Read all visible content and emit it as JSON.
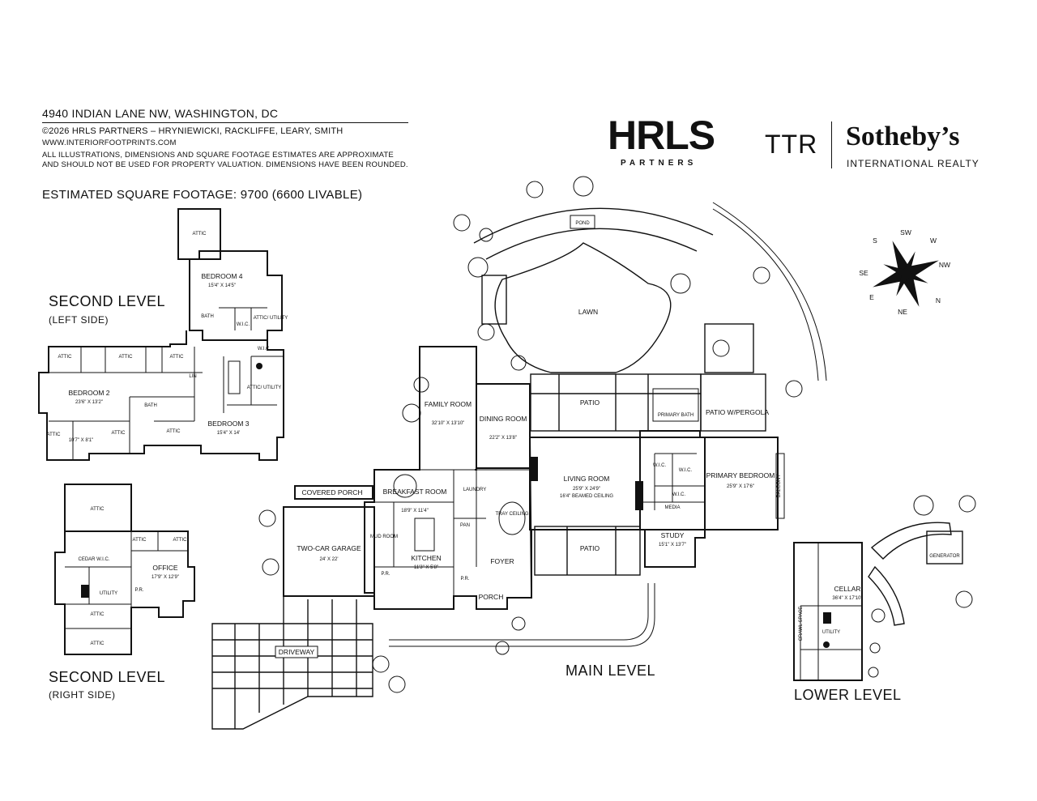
{
  "header": {
    "address": "4940 INDIAN LANE NW, WASHINGTON, DC",
    "copyright": "©2026 HRLS PARTNERS – HRYNIEWICKI, RACKLIFFE, LEARY, SMITH",
    "website": "WWW.INTERIORFOOTPRINTS.COM",
    "disclaimer_1": "ALL ILLUSTRATIONS, DIMENSIONS AND SQUARE FOOTAGE ESTIMATES ARE APPROXIMATE",
    "disclaimer_2": "AND  SHOULD NOT BE USED FOR PROPERTY VALUATION. DIMENSIONS HAVE BEEN ROUNDED.",
    "sqft": "ESTIMATED SQUARE FOOTAGE: 9700 (6600 LIVABLE)"
  },
  "logos": {
    "hrls": "HRLS",
    "partners": "PARTNERS",
    "ttr": "TTR",
    "sothebys": "Sotheby’s",
    "intl": "INTERNATIONAL REALTY"
  },
  "levels": {
    "second_left": "SECOND LEVEL",
    "second_left_sub": "(LEFT SIDE)",
    "second_right": "SECOND LEVEL",
    "second_right_sub": "(RIGHT SIDE)",
    "main": "MAIN LEVEL",
    "lower": "LOWER LEVEL"
  },
  "compass": {
    "n": "N",
    "ne": "NE",
    "e": "E",
    "se": "SE",
    "s": "S",
    "sw": "SW",
    "w": "W",
    "nw": "NW"
  },
  "rooms": {
    "second_left": {
      "attic": "ATTIC",
      "bedroom4": "BEDROOM 4",
      "bedroom4_dim": "15'4\" X 14'5\"",
      "bath": "BATH",
      "wic": "W.I.C.",
      "attic_utility": "ATTIC/ UTILITY",
      "bedroom2": "BEDROOM 2",
      "bedroom2_dim": "23'6\" X 13'2\"",
      "bedroom3": "BEDROOM 3",
      "bedroom3_dim": "15'4\" X 14'",
      "lin": "LIN",
      "closet_dim": "10'7\" X 8'1\"",
      "attic_util2": "ATTIC/ UTILITY"
    },
    "second_right": {
      "attic": "ATTIC",
      "cedar_wic": "CEDAR W.I.C.",
      "office": "OFFICE",
      "office_dim": "17'9\" X 12'9\"",
      "utility": "UTILITY",
      "pr": "P.R."
    },
    "main": {
      "lawn": "LAWN",
      "pond": "POND",
      "patio": "PATIO",
      "patio_pergola": "PATIO W/PERGOLA",
      "primary_bath": "PRIMARY BATH",
      "family": "FAMILY ROOM",
      "family_dim": "32'10\" X 13'10\"",
      "dining": "DINING ROOM",
      "dining_dim": "22'2\" X 13'8\"",
      "living": "LIVING ROOM",
      "living_dim": "25'9\" X 24'9\"",
      "living_note": "16'4\" BEAMED CEILING",
      "primary": "PRIMARY BEDROOM",
      "primary_dim": "25'9\" X 17'6\"",
      "balcony": "BALCONY",
      "wic": "W.I.C.",
      "media": "MEDIA",
      "study": "STUDY",
      "study_dim": "15'1\" X 13'7\"",
      "breakfast": "BREAKFAST ROOM",
      "breakfast_dim": "18'9\" X 11'4\"",
      "laundry": "LAUNDRY",
      "pan": "PAN",
      "tray": "TRAY CEILING",
      "kitchen": "KITCHEN",
      "kitchen_dim": "11'3\" X 5'8\"",
      "foyer": "FOYER",
      "porch": "PORCH",
      "pr": "P.R.",
      "covered_porch": "COVERED PORCH",
      "mudroom": "MUD ROOM",
      "garage": "TWO-CAR GARAGE",
      "garage_dim": "24' X 22'",
      "driveway": "DRIVEWAY",
      "patio2": "PATIO"
    },
    "lower": {
      "cellar": "CELLAR",
      "cellar_dim": "36'4\" X 17'10\"",
      "utility": "UTILITY",
      "crawl": "CRAWL SPACE",
      "generator": "GENERATOR"
    }
  }
}
